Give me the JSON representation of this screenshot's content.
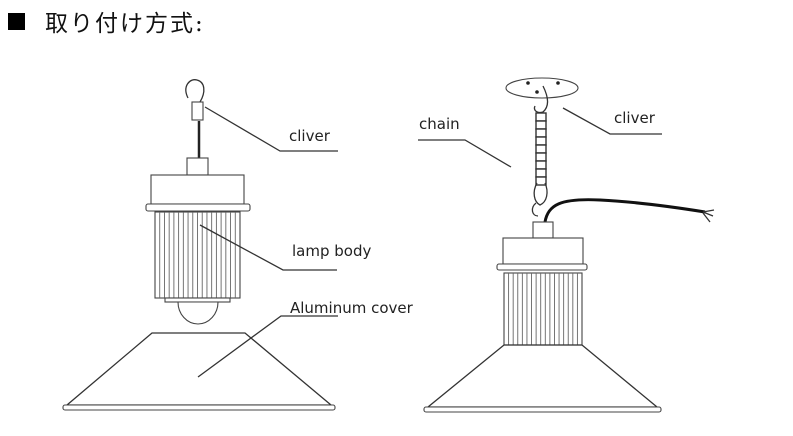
{
  "title": {
    "bullet_icon": "black-square-icon",
    "text": "取り付け方式:"
  },
  "left_diagram": {
    "labels": {
      "cliver": "cliver",
      "lamp_body": "lamp body",
      "aluminum_cover": "Aluminum cover"
    }
  },
  "right_diagram": {
    "labels": {
      "chain": "chain",
      "cliver": "cliver"
    }
  }
}
